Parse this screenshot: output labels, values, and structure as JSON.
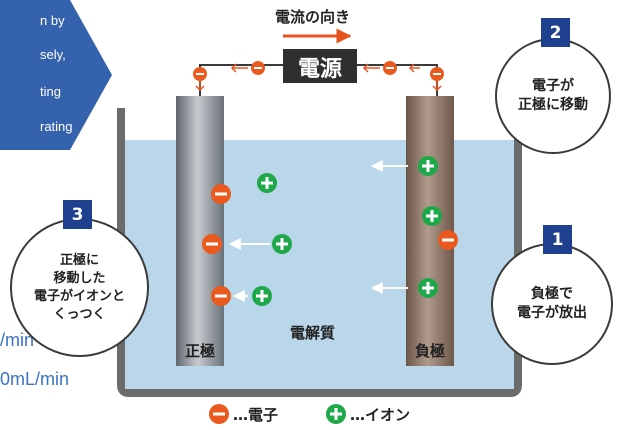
{
  "background_text": {
    "callout_lines": [
      "n by",
      "sely,",
      "ting",
      "rating"
    ],
    "fragment_1": "/min",
    "fragment_2": "0mL/min"
  },
  "top": {
    "current_direction_label": "電流の向き",
    "power_source_label": "電源"
  },
  "electrodes": {
    "positive_label": "正極",
    "negative_label": "負極"
  },
  "electrolyte_label": "電解質",
  "steps": [
    {
      "number": "1",
      "lines": [
        "負極で",
        "電子が放出"
      ]
    },
    {
      "number": "2",
      "lines": [
        "電子が",
        "正極に移動"
      ]
    },
    {
      "number": "3",
      "lines": [
        "正極に",
        "移動した",
        "電子がイオンと",
        "くっつく"
      ]
    }
  ],
  "legend": {
    "electron_label": "…電子",
    "ion_label": "…イオン"
  },
  "colors": {
    "electron": "#ea5a1e",
    "ion": "#1ea84a",
    "current_arrow": "#e8521e",
    "badge": "#1f3f8f",
    "callout": "#3562ad",
    "electrolyte": "#b9d6ea"
  }
}
